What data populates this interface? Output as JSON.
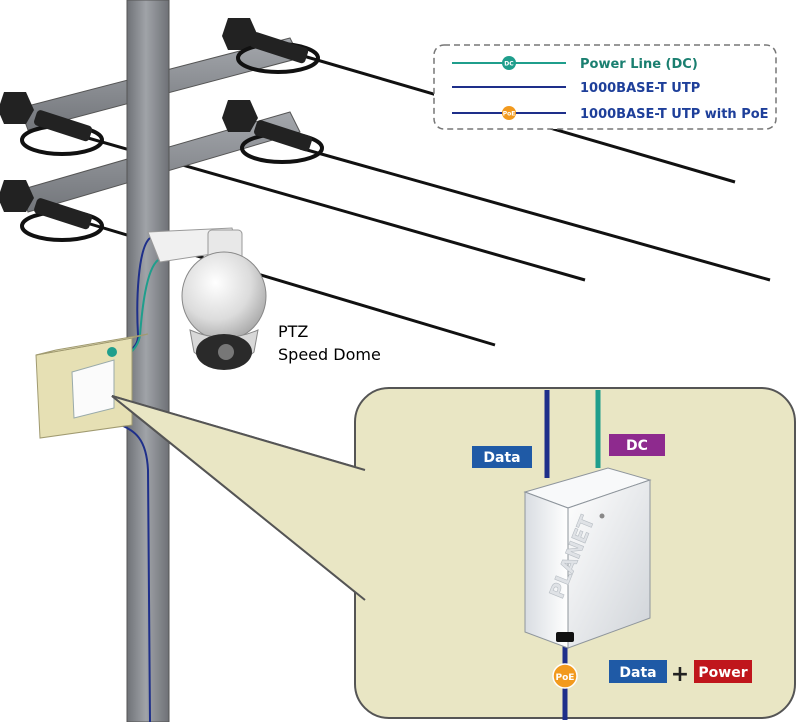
{
  "legend": {
    "items": [
      {
        "label": "Power Line (DC)",
        "badge": "DC",
        "line_color": "#1f9e8c",
        "badge_color": "#1f9e8c",
        "text_color": "#1a7f70"
      },
      {
        "label": "1000BASE-T UTP",
        "badge": "",
        "line_color": "#1e2f8a",
        "badge_color": "",
        "text_color": "#1e3f9a"
      },
      {
        "label": "1000BASE-T UTP with PoE",
        "badge": "PoE",
        "line_color": "#1e2f8a",
        "badge_color": "#f29a1e",
        "text_color": "#1e3f9a"
      }
    ]
  },
  "camera": {
    "label_line1": "PTZ",
    "label_line2": "Speed Dome"
  },
  "detail": {
    "data_tag": "Data",
    "dc_tag": "DC",
    "poe_badge": "PoE",
    "injector_brand": "PLANET",
    "result_data": "Data",
    "result_plus": "+",
    "result_power": "Power"
  },
  "colors": {
    "dc_line": "#1f9e8c",
    "utp_line": "#1e2f8a",
    "poe_badge": "#f29a1e",
    "data_tag": "#1f5aa6",
    "dc_tag": "#8e2a8e",
    "power_tag": "#c0161c",
    "pole": "#8b8e93",
    "callout_fill": "#e9e6c4",
    "enclosure": "#e6e0b4"
  }
}
